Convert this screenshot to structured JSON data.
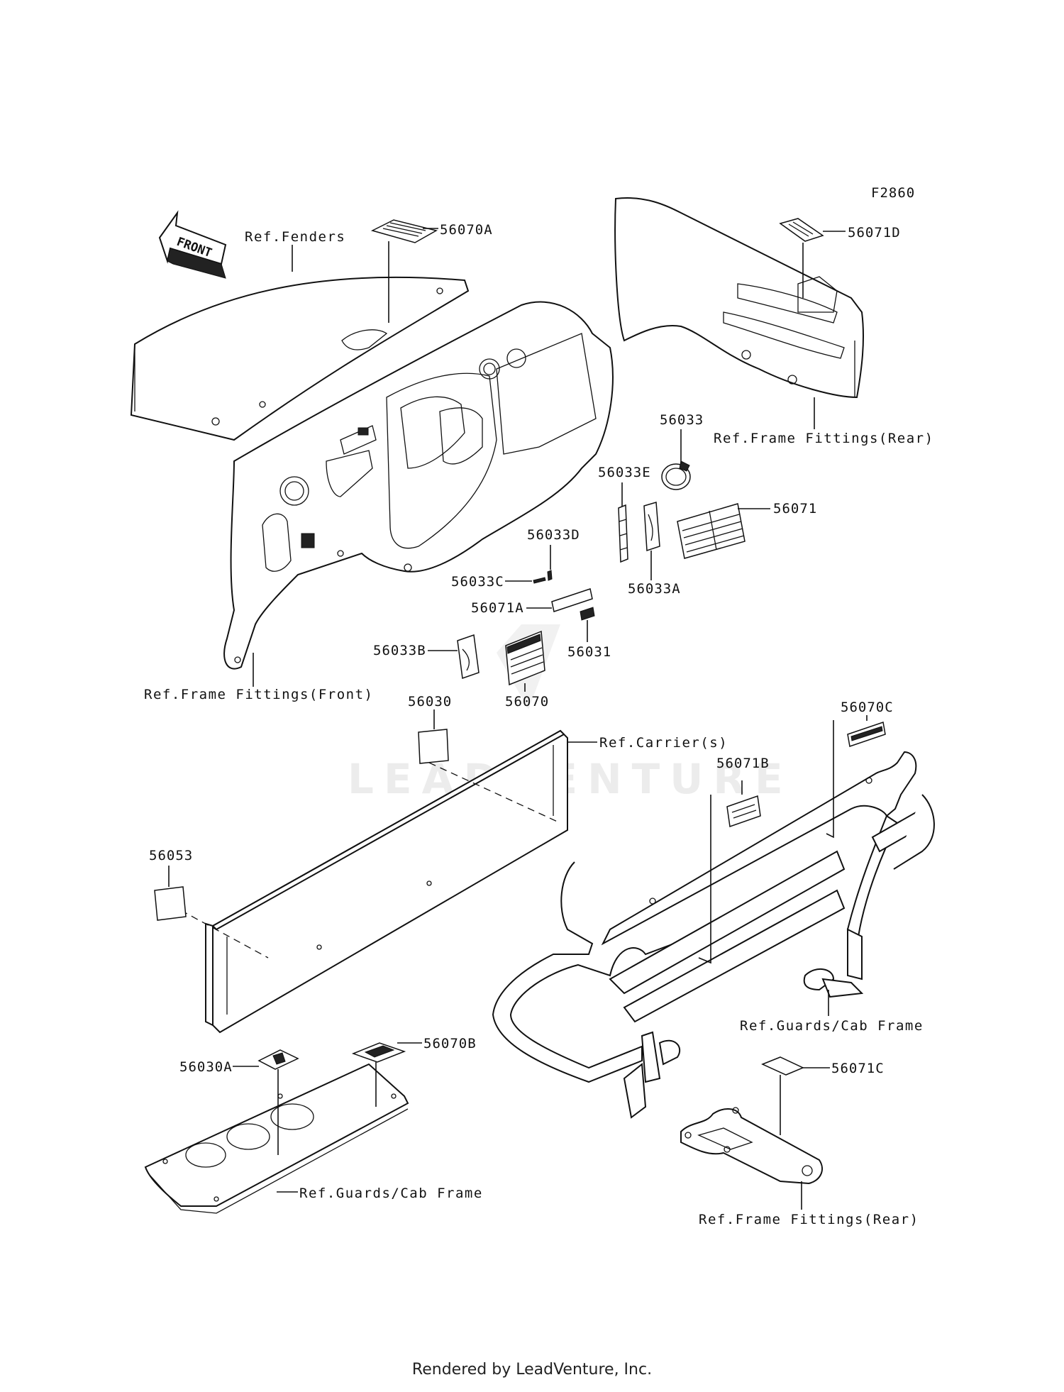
{
  "figure_code": "F2860",
  "front_arrow": "FRONT",
  "watermark": "LEADVENTURE",
  "footer": "Rendered by LeadVenture, Inc.",
  "parts": {
    "p56070A": "56070A",
    "p56071D": "56071D",
    "p56033": "56033",
    "p56033E": "56033E",
    "p56071": "56071",
    "p56033D": "56033D",
    "p56033C": "56033C",
    "p56033A": "56033A",
    "p56071A": "56071A",
    "p56033B": "56033B",
    "p56031": "56031",
    "p56070": "56070",
    "p56030": "56030",
    "p56070C": "56070C",
    "p56071B": "56071B",
    "p56053": "56053",
    "p56030A": "56030A",
    "p56070B": "56070B",
    "p56071C": "56071C"
  },
  "references": {
    "fenders": "Ref.Fenders",
    "frame_rear_top": "Ref.Frame Fittings(Rear)",
    "frame_front": "Ref.Frame Fittings(Front)",
    "carriers": "Ref.Carrier(s)",
    "guards_cab_right": "Ref.Guards/Cab Frame",
    "guards_cab_left": "Ref.Guards/Cab Frame",
    "frame_rear_bottom": "Ref.Frame Fittings(Rear)"
  }
}
